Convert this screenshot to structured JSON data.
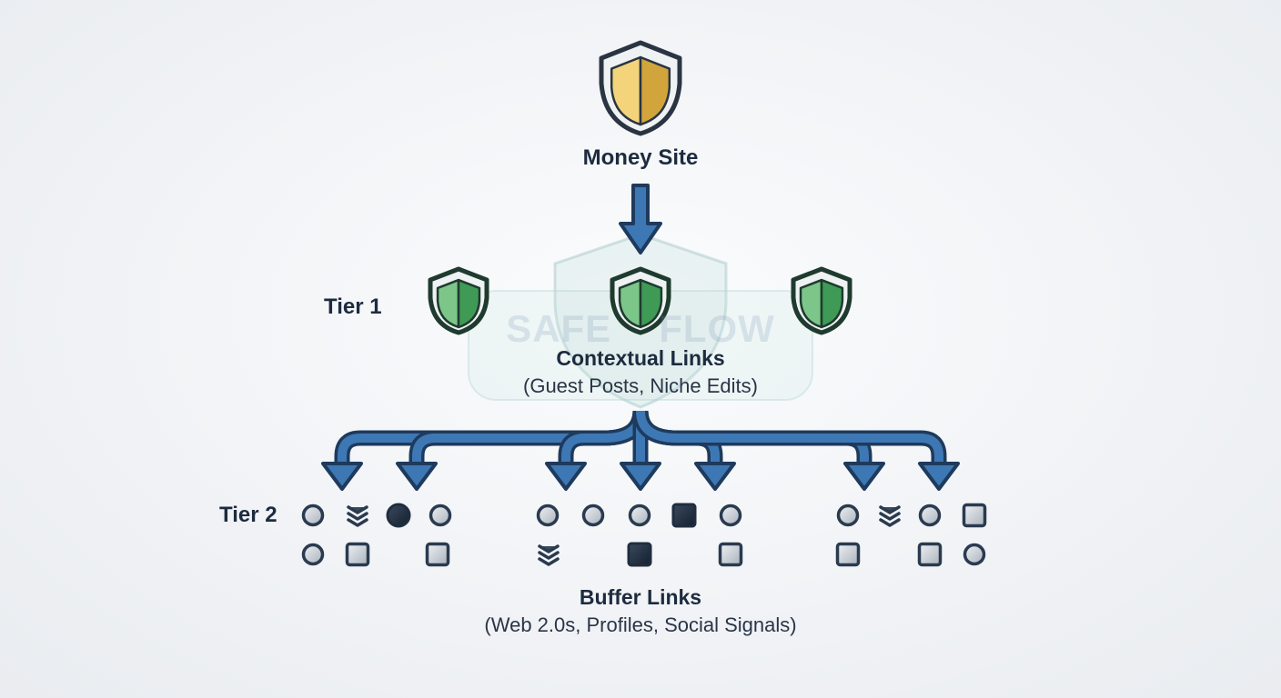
{
  "money_site": {
    "label": "Money Site",
    "icon": "gold-shield-icon"
  },
  "tier1": {
    "label": "Tier 1",
    "title": "Contextual Links",
    "subtitle": "(Guest Posts, Niche Edits)",
    "icon": "green-shield-icon"
  },
  "tier2": {
    "label": "Tier 2",
    "title": "Buffer Links",
    "subtitle": "(Web 2.0s, Profiles, Social Signals)"
  },
  "watermark": {
    "left": "SAFE",
    "right": "FLOW"
  },
  "colors": {
    "arrow_fill": "#3d78b4",
    "arrow_stroke": "#1e3a5c",
    "gold_light": "#f3d47a",
    "gold_dark": "#d2a53c",
    "green_light": "#7cc68a",
    "green_dark": "#3f9a56",
    "node_stroke": "#2a3a4f",
    "node_fill": "#cfd4da",
    "node_dark": "#1f2d3f"
  }
}
